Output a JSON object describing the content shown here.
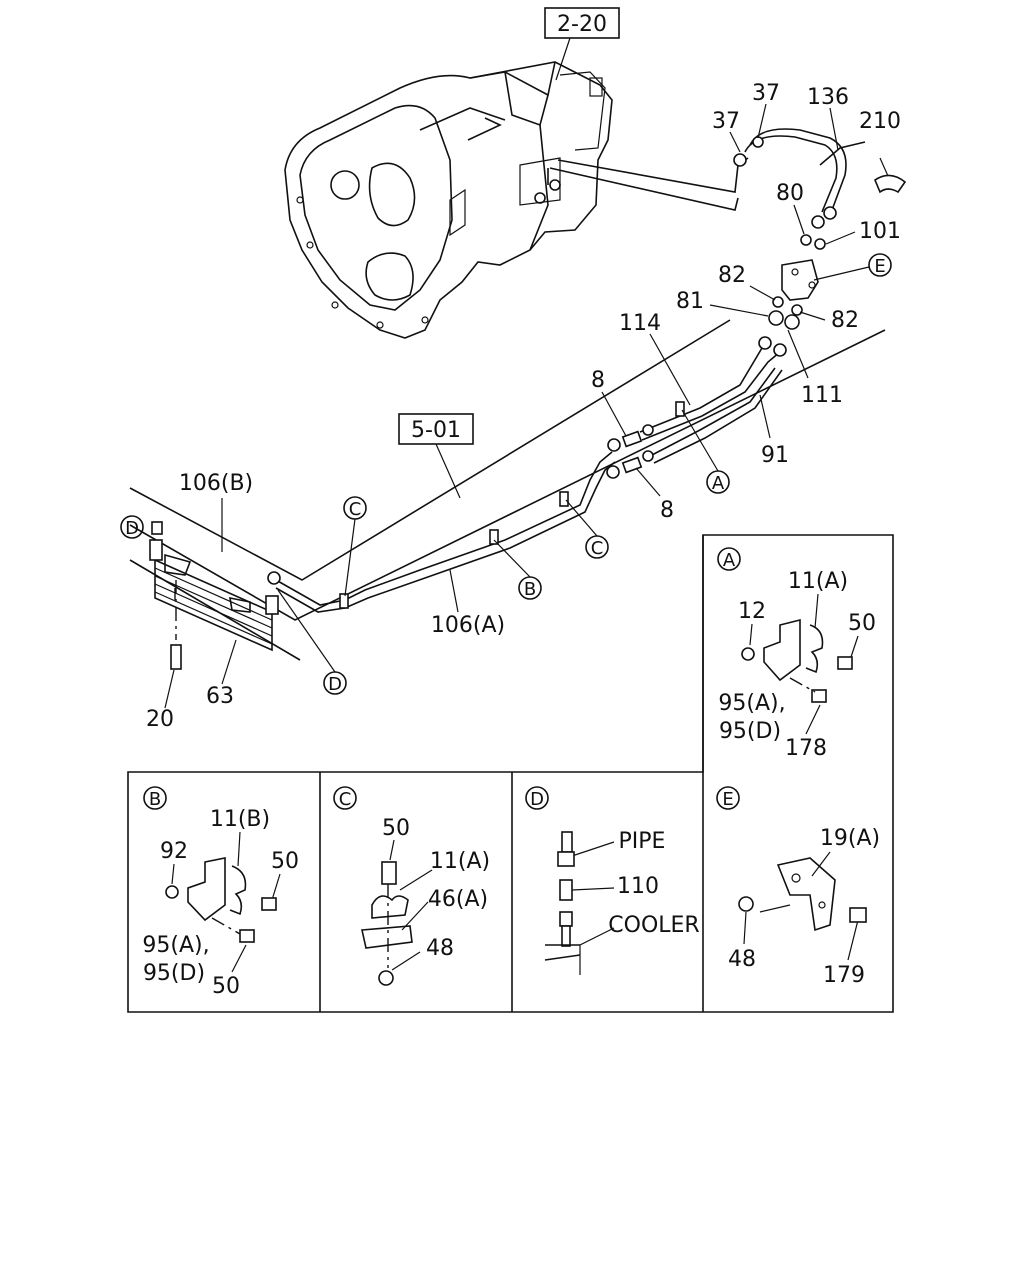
{
  "ref_boxes": [
    "2-20",
    "5-01"
  ],
  "callouts": {
    "p37a": "37",
    "p37b": "37",
    "p136": "136",
    "p210": "210",
    "p80": "80",
    "p101": "101",
    "p82a": "82",
    "p82b": "82",
    "p81": "81",
    "p114": "114",
    "p111": "111",
    "p91": "91",
    "p8a": "8",
    "p8b": "8",
    "p106b": "106(B)",
    "p106a": "106(A)",
    "p20": "20",
    "p63": "63"
  },
  "markers": {
    "A": "A",
    "B": "B",
    "C": "C",
    "D": "D",
    "E": "E"
  },
  "detail_A": {
    "letter": "A",
    "labels": [
      "11(A)",
      "12",
      "50",
      "95(A),",
      "95(D)",
      "178"
    ]
  },
  "detail_B": {
    "letter": "B",
    "labels": [
      "11(B)",
      "92",
      "50",
      "95(A),",
      "95(D)",
      "50"
    ]
  },
  "detail_C": {
    "letter": "C",
    "labels": [
      "50",
      "11(A)",
      "46(A)",
      "48"
    ]
  },
  "detail_D": {
    "letter": "D",
    "labels": [
      "PIPE",
      "110",
      "COOLER"
    ]
  },
  "detail_E": {
    "letter": "E",
    "labels": [
      "19(A)",
      "48",
      "179"
    ]
  }
}
